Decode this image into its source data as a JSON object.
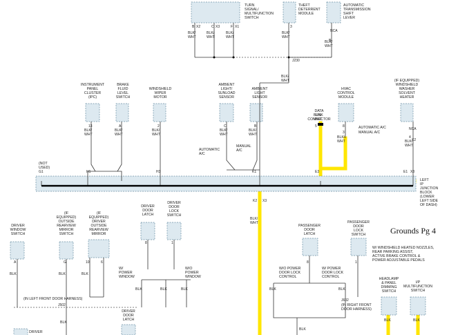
{
  "page_title": "Grounds Pg 4",
  "components": {
    "turn_signal": [
      "TURN",
      "SIGNAL/",
      "MULTIFUNCTION",
      "SWITCH"
    ],
    "theft": [
      "THEFT",
      "DETERRENT",
      "MODULE"
    ],
    "auto_trans": [
      "AUTOMATIC",
      "TRANSMISSION",
      "SHIFT",
      "LEVER"
    ],
    "ipc": [
      "INSTRUMENT",
      "PANEL",
      "CLUSTER",
      "(IPC)"
    ],
    "brake_fluid": [
      "BRAKE",
      "FLUID",
      "LEVEL",
      "SWITCH"
    ],
    "wiper_motor": [
      "WINDSHIELD",
      "WIPER",
      "MOTOR"
    ],
    "ambient_sunload": [
      "AMBIENT",
      "LIGHT/",
      "SUNLOAD",
      "SENSOR"
    ],
    "ambient_light": [
      "AMBIENT",
      "LIGHT",
      "SENSOR"
    ],
    "hvac": [
      "HVAC",
      "CONTROL",
      "MODULE"
    ],
    "washer_heater": [
      "(IF EQUIPPED)",
      "WINDSHIELD",
      "WASHER",
      "SOLVENT",
      "HEATER"
    ],
    "dlc": [
      "DATA",
      "LINK",
      "CONNECTOR"
    ],
    "junction": [
      "LEFT",
      "IP",
      "JUNCTION",
      "BLOCK",
      "(LOWER",
      "LEFT SIDE",
      "OF DASH)"
    ],
    "drv_window": [
      "DRIVER",
      "WINDOW",
      "SWITCH"
    ],
    "mirror1": [
      "(IF",
      "EQUIPPED)",
      "OUTSIDE",
      "REARVIEW",
      "MIRROR",
      "SWITCH"
    ],
    "mirror2": [
      "(IF",
      "EQUIPPED)",
      "DRIVER",
      "OUTSIDE",
      "REARVIEW",
      "MIRROR"
    ],
    "drv_latch": [
      "DRIVER",
      "DOOR",
      "LATCH"
    ],
    "drv_lock": [
      "DRIVER",
      "DOOR",
      "LOCK",
      "SWITCH"
    ],
    "pass_latch": [
      "PASSENGER",
      "DOOR",
      "LATCH"
    ],
    "pass_lock": [
      "PASSENGER",
      "DOOR",
      "LOCK",
      "SWITCH"
    ],
    "hl_dimming": [
      "HEADLAMP",
      "& PANEL",
      "DIMMING",
      "SWITCH"
    ],
    "ip_multi": [
      "I/P",
      "MULTIFUNCTION",
      "SWITCH"
    ],
    "drv_latch2": [
      "DRIVER",
      "DOOR",
      "LATCH"
    ],
    "driver_bottom": [
      "DRIVER"
    ]
  },
  "labels": {
    "not_used": [
      "(NOT",
      "USED)"
    ],
    "g1": "G1",
    "j230": "J230",
    "k1": "K1",
    "e3": "E3",
    "e1": "E1",
    "h1": "H1",
    "h3": "H3",
    "k2": "K2",
    "x3": "X3",
    "x2": "X2",
    "nca": "NCA",
    "automatic_ac": [
      "AUTOMATIC",
      "A/C"
    ],
    "manual_ac": [
      "MANUAL",
      "A/C"
    ],
    "automatic_ac2": "AUTOMATIC A/C",
    "manual_ac2": "MANUAL A/C",
    "w_power_window": [
      "W/",
      "POWER",
      "WINDOW"
    ],
    "wo_power_window": [
      "W/O",
      "POWER",
      "WINDOW"
    ],
    "wo_power_door": [
      "W/O POWER",
      "DOOR LOCK",
      "CONTROL"
    ],
    "w_power_door": [
      "W/ POWER",
      "DOOR LOCK",
      "CONTROL"
    ],
    "heated_note": [
      "W/ WINDSHIELD HEATED NOZZLES,",
      "REAR PARKING ASSIST,",
      "ACTIVE BRAKE CONTROL &",
      "POWER ADJUSTABLE PEDALS"
    ],
    "j502": "J502",
    "j602": "J602",
    "left_front_harness": "(IN LEFT FRONT DOOR HARNESS)",
    "right_front_harness": [
      "(IN RIGHT FRONT",
      "DOOR HARNESS)"
    ],
    "blk": "BLK",
    "blk_wht": [
      "BLK/",
      "WHT"
    ]
  },
  "pins": {
    "ts_b": "B",
    "ts_c": "C",
    "ts_f": "F",
    "ts_x2": "X2",
    "ts_x3": "X3",
    "ts_x1": "X1",
    "theft_3": "3",
    "trans_b": "B",
    "ipc_13": "13",
    "brake_a": "A",
    "wiper_2": "2",
    "sun_c": "C",
    "amb_b": "B",
    "hvac_8": "8",
    "hvac_3": "3",
    "wash_4": "4",
    "dlc_5": "5",
    "dw_a": "A",
    "m1_g": "G",
    "m2_10": "10",
    "m2_6": "6",
    "dl_8": "8",
    "dk_1": "1",
    "pl_8": "8",
    "pk_1": "1"
  },
  "highlight_color": "#ffe600"
}
